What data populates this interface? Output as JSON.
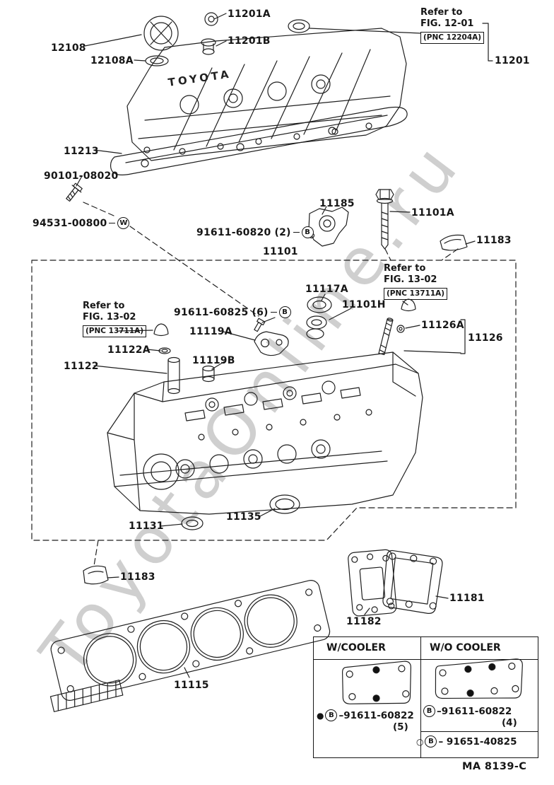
{
  "page": {
    "watermark": "ToyotaOnline.ru",
    "footer_code": "MA 8139-C",
    "brand_text": "TOYOTA"
  },
  "labels": {
    "l11201A": "11201A",
    "l12108": "12108",
    "l12108A": "12108A",
    "l11201B": "11201B",
    "l11201": "11201",
    "l11213": "11213",
    "l90101_08020": "90101-08020",
    "l94531_00800": "94531-00800",
    "l11185": "11185",
    "l11101A": "11101A",
    "l91611_60820": "91611-60820 (2)",
    "l11183_right": "11183",
    "l11101": "11101",
    "l11117A": "11117A",
    "l11101H": "11101H",
    "l91611_60825": "91611-60825 (6)",
    "l11119A": "11119A",
    "l11126A": "11126A",
    "l11126": "11126",
    "l11122A": "11122A",
    "l11122": "11122",
    "l11119B": "11119B",
    "l11135": "11135",
    "l11131": "11131",
    "l11183_left": "11183",
    "l11181": "11181",
    "l11182": "11182",
    "l11115": "11115"
  },
  "symbols": {
    "b": "B",
    "w": "W",
    "bullet_filled": "●",
    "bullet_hollow": "○"
  },
  "refer_notes": {
    "fig12_01": {
      "line1": "Refer to",
      "line2": "FIG. 12-01",
      "pnc": "(PNC 12204A)"
    },
    "fig13_02_right": {
      "line1": "Refer to",
      "line2": "FIG. 13-02",
      "pnc": "(PNC 13711A)"
    },
    "fig13_02_left": {
      "line1": "Refer to",
      "line2": "FIG. 13-02",
      "pnc": "(PNC 13711A)"
    }
  },
  "table": {
    "header_with": "W/COOLER",
    "header_without": "W/O COOLER",
    "with_cooler": {
      "part": "–91611-60822",
      "qty": "(5)"
    },
    "without_cooler_1": {
      "part": "–91611-60822",
      "qty": "(4)"
    },
    "without_cooler_2": {
      "part": "– 91651-40825"
    }
  }
}
